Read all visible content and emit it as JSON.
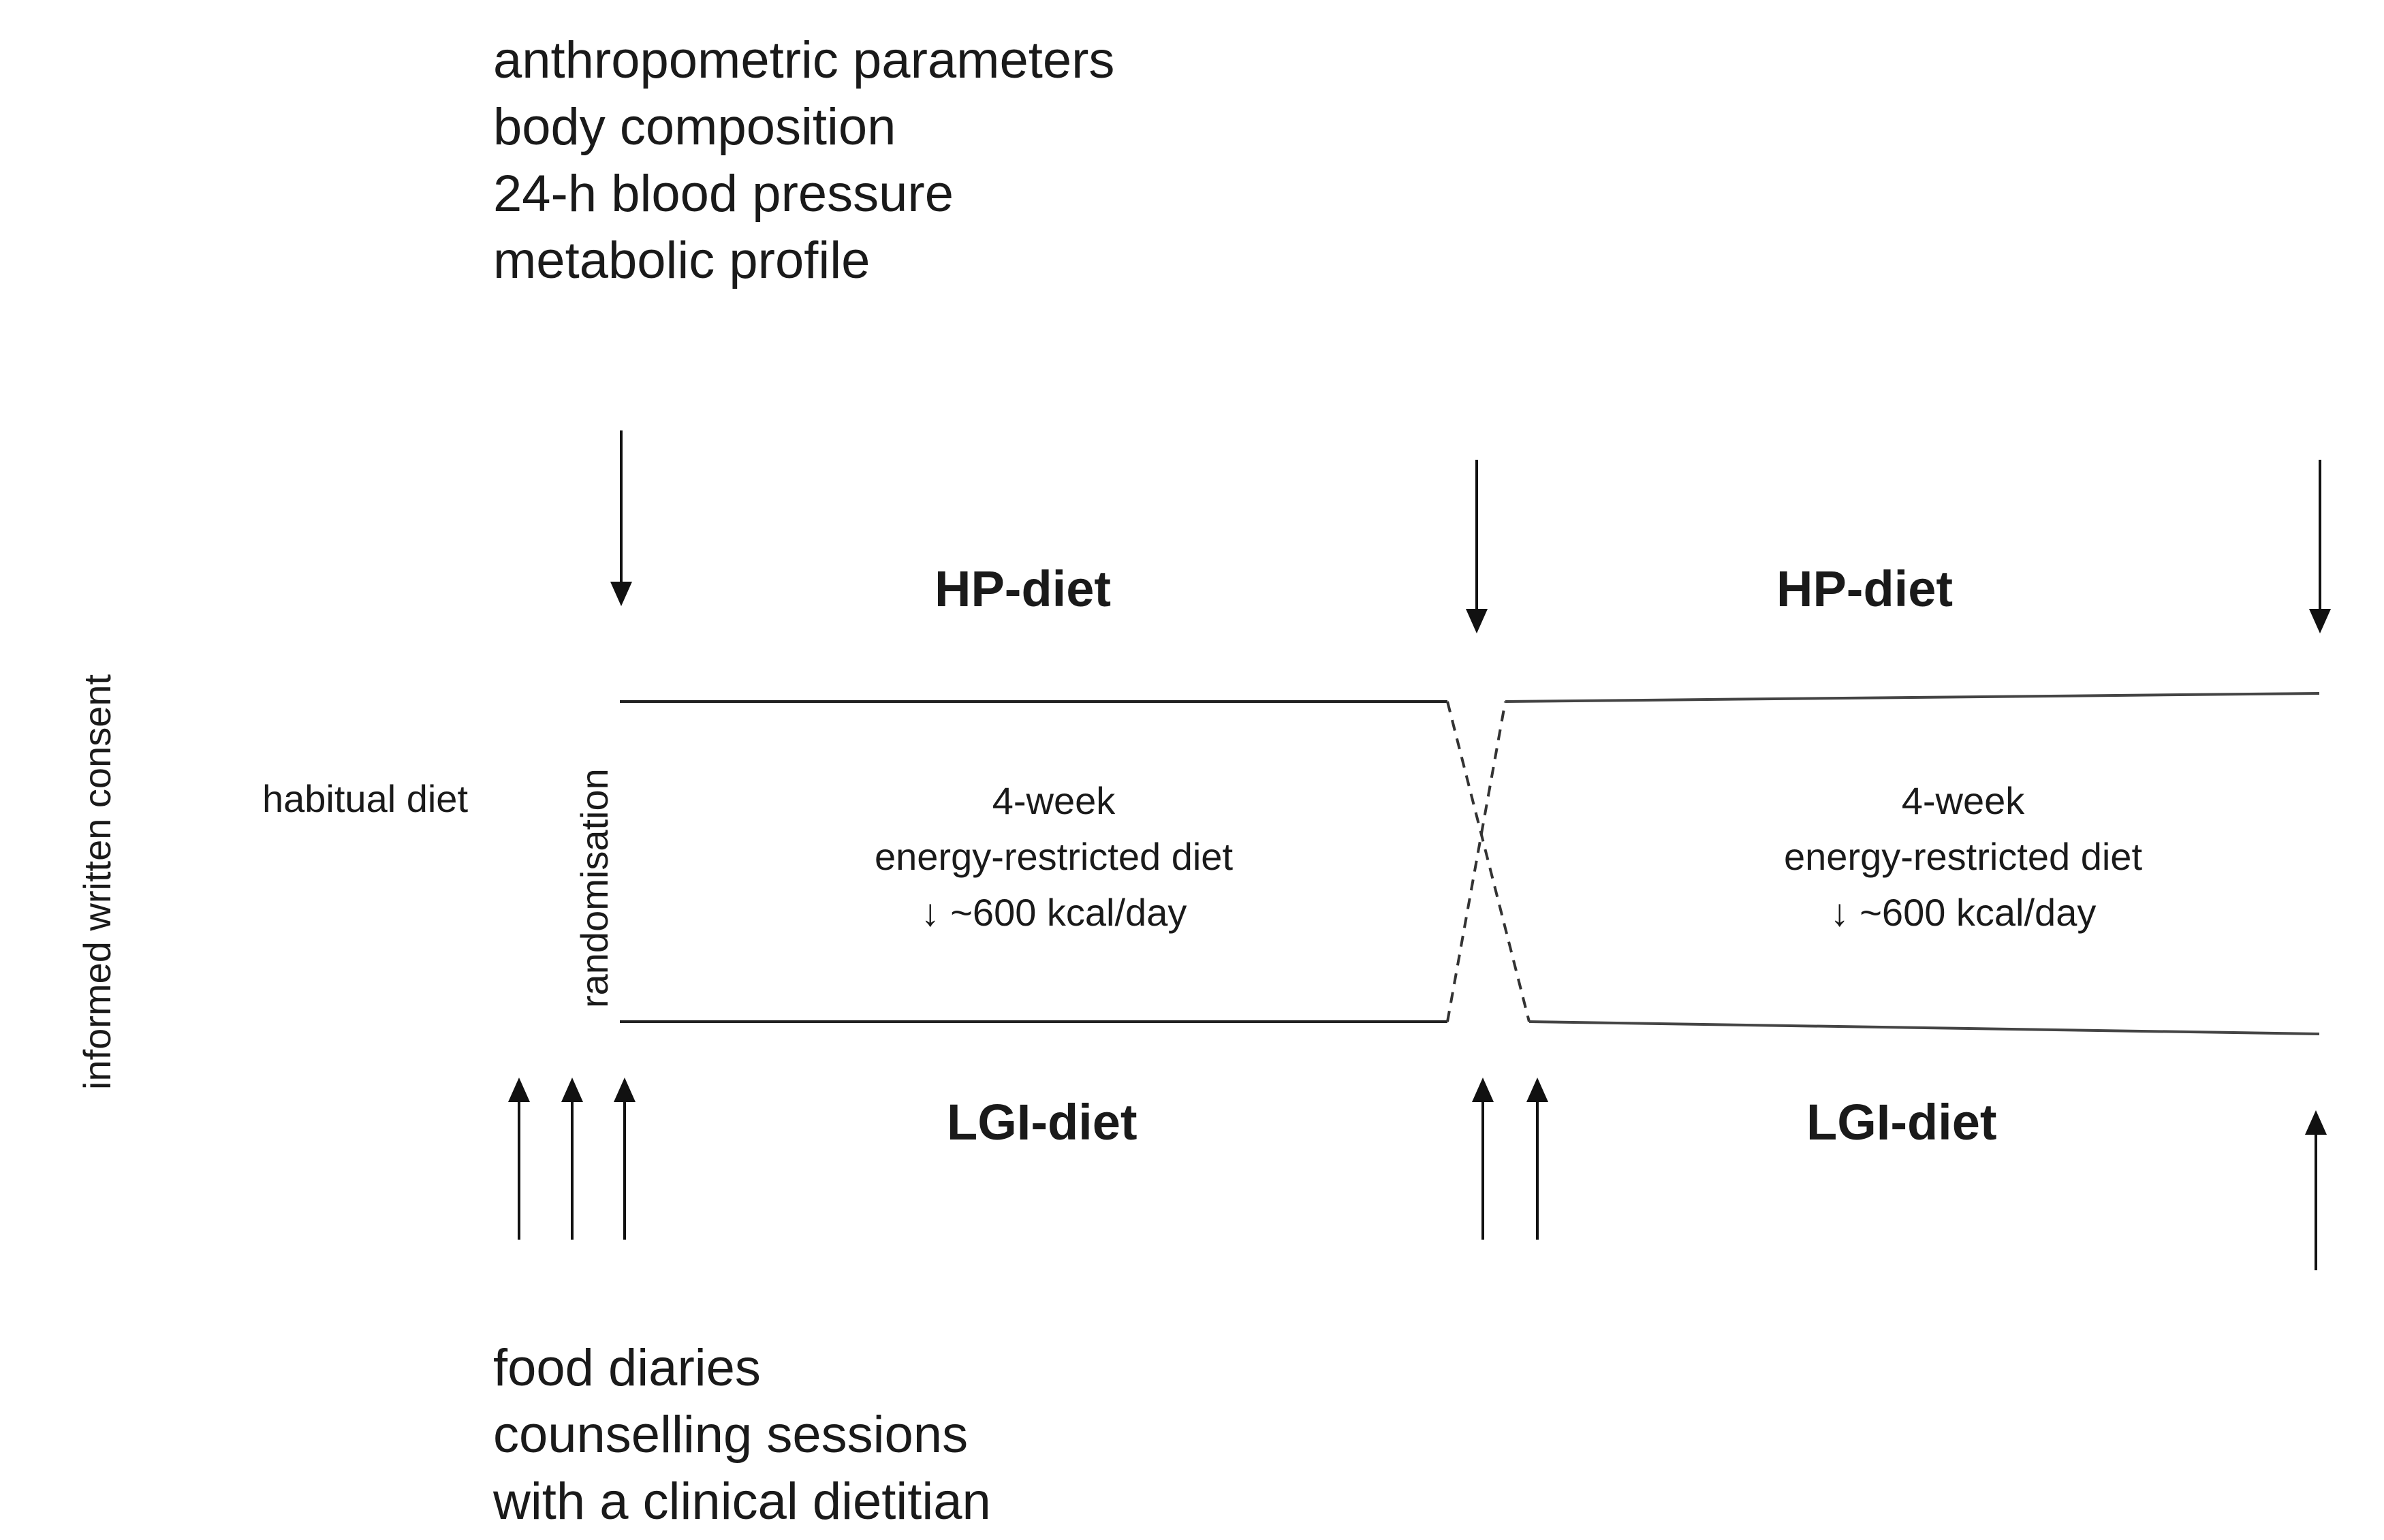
{
  "measurements": {
    "items": [
      "anthropometric parameters",
      "body composition",
      "24-h blood pressure",
      "metabolic profile"
    ]
  },
  "counselling": {
    "items": [
      "food diaries",
      "counselling sessions",
      "with a clinical dietitian"
    ]
  },
  "consent_label": "informed written consent",
  "habitual_diet_label": "habitual diet",
  "randomisation_label": "randomisation",
  "periods": [
    {
      "top_diet": "HP-diet",
      "bottom_diet": "LGI-diet",
      "description": [
        "4-week",
        "energy-restricted diet",
        "↓ ~600 kcal/day"
      ]
    },
    {
      "top_diet": "HP-diet",
      "bottom_diet": "LGI-diet",
      "description": [
        "4-week",
        "energy-restricted diet",
        "↓ ~600 kcal/day"
      ]
    }
  ]
}
